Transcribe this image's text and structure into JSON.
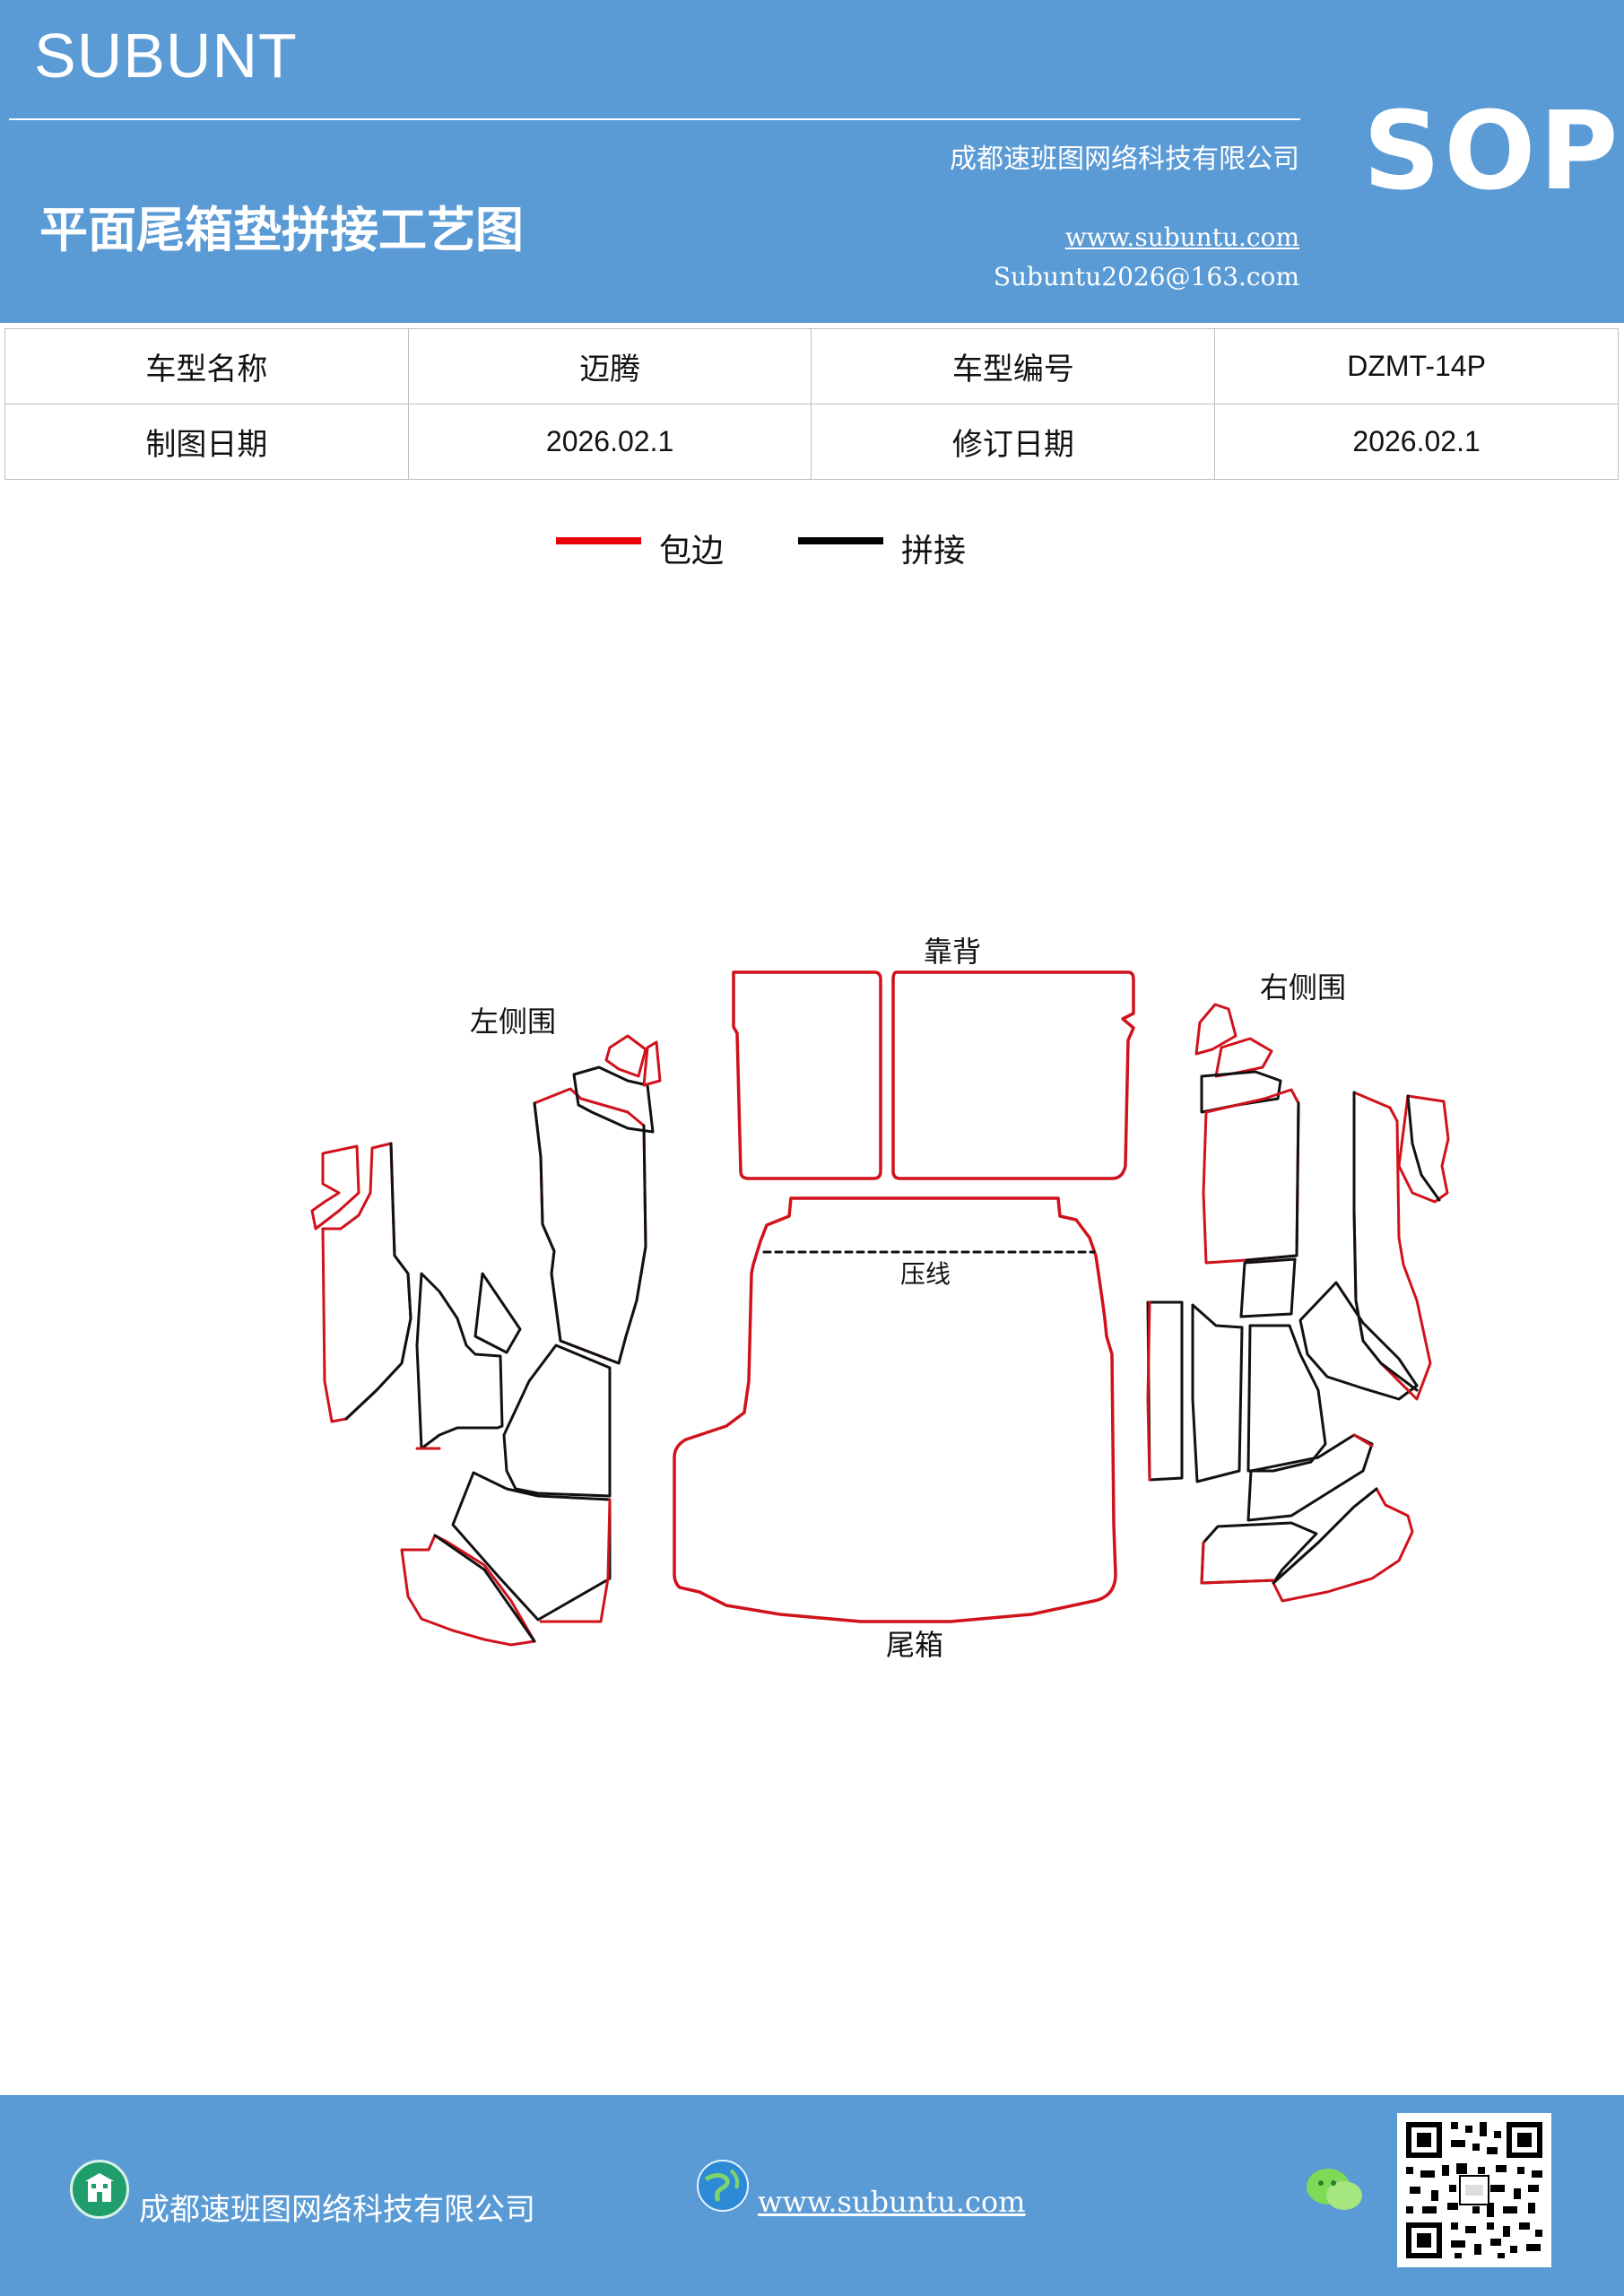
{
  "header": {
    "brand": "SUBUNT",
    "title": "平面尾箱垫拼接工艺图",
    "company": "成都速班图网络科技有限公司",
    "website": "www.subuntu.com",
    "email": "Subuntu2026@163.com",
    "badge": "SOP"
  },
  "info_table": {
    "rows": [
      [
        "车型名称",
        "迈腾",
        "车型编号",
        "DZMT-14P"
      ],
      [
        "制图日期",
        "2026.02.1",
        "修订日期",
        "2026.02.1"
      ]
    ]
  },
  "legend": {
    "items": [
      {
        "label": "包边",
        "color": "#e8000b"
      },
      {
        "label": "拼接",
        "color": "#000000"
      }
    ]
  },
  "diagram": {
    "labels": {
      "backrest": "靠背",
      "left_side": "左侧围",
      "right_side": "右侧围",
      "crease": "压线",
      "trunk": "尾箱"
    },
    "edge_color": "#d0121b",
    "seam_color": "#111111"
  },
  "footer": {
    "company": "成都速班图网络科技有限公司",
    "website": "www.subuntu.com",
    "band_color": "#5b9bd5"
  }
}
